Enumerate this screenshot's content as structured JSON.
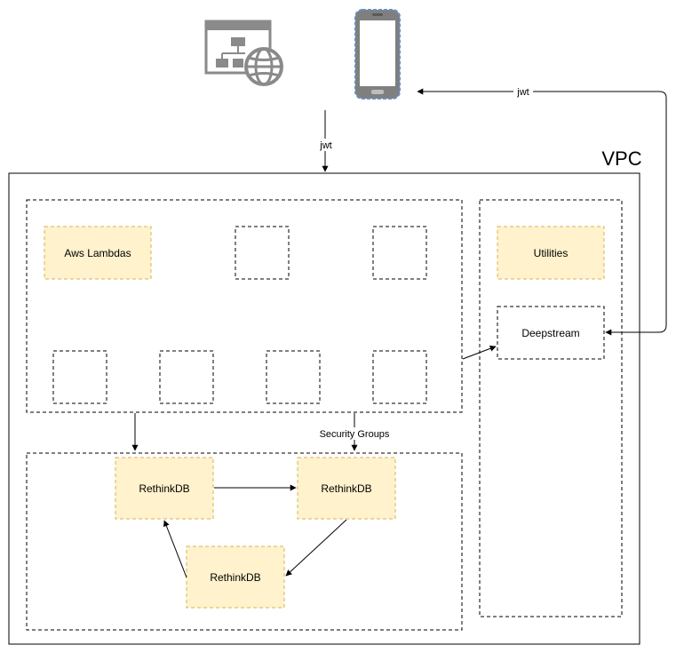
{
  "vpc": {
    "label": "VPC"
  },
  "edges": {
    "jwt_top": "jwt",
    "jwt_right": "jwt",
    "security_groups": "Security Groups"
  },
  "nodes": {
    "aws_lambdas": "Aws Lambdas",
    "utilities": "Utilities",
    "deepstream": "Deepstream",
    "rethinkdb_1": "RethinkDB",
    "rethinkdb_2": "RethinkDB",
    "rethinkdb_3": "RethinkDB"
  },
  "icons": {
    "client_web": "web-app-icon",
    "client_mobile": "mobile-phone-icon"
  },
  "colors": {
    "highlight_fill": "#fff2cc",
    "highlight_stroke": "#d6b656",
    "icon_gray": "#8a8a8a",
    "phone_border": "#6c8ebf"
  }
}
